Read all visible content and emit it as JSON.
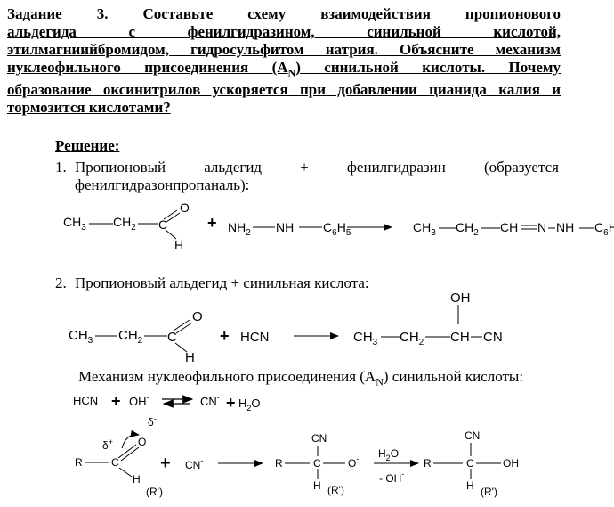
{
  "task": {
    "lines": [
      "Задание 3. Составьте схему взаимодействия пропионового",
      "альдегида с фенилгидразином, синильной кислотой,",
      "этилмагниийбромидом, гидросульфитом натрия. Объясните механизм",
      "нуклеофильного присоединения (A",
      ") синильной кислоты. Почему",
      "образование оксинитрилов ускоряется при добавлении цианида калия и",
      "тормозится кислотами?"
    ],
    "subscript_N": "N"
  },
  "solution_label": "Решение:",
  "step1": {
    "num": "1.",
    "words": [
      "Пропионовый",
      "альдегид",
      "+",
      "фенилгидразин",
      "(образуется"
    ],
    "line2": "фенилгидразонпропаналь):"
  },
  "step2": {
    "num": "2.",
    "text": "Пропионовый альдегид + синильная кислота:"
  },
  "mechanism": {
    "text_before": "Механизм нуклеофильного присоединения (A",
    "sub": "N",
    "text_after": ") синильной кислоты:"
  },
  "chem": {
    "CH": "CH",
    "CH3_sub": "3",
    "CH2_sub": "2",
    "C": "C",
    "O": "O",
    "H": "H",
    "plus": "+",
    "NH": "NH",
    "NH2": "NH",
    "NH2_sub": "2",
    "C6H5": "C",
    "six": "6",
    "H5": "H",
    "five": "5",
    "N": "N",
    "C6": "C",
    "CH_eq": "CH",
    "HCN": "HCN",
    "OH": "OH",
    "CN": "CN",
    "CH_CN": "CH",
    "minus": "-",
    "R": "R",
    "Rp": "(R')",
    "delta_plus": "δ",
    "delta_minus": "δ",
    "H2O": "H",
    "H2O_sub": "2",
    "H2O_O": "O",
    "minusOH": "- OH"
  }
}
